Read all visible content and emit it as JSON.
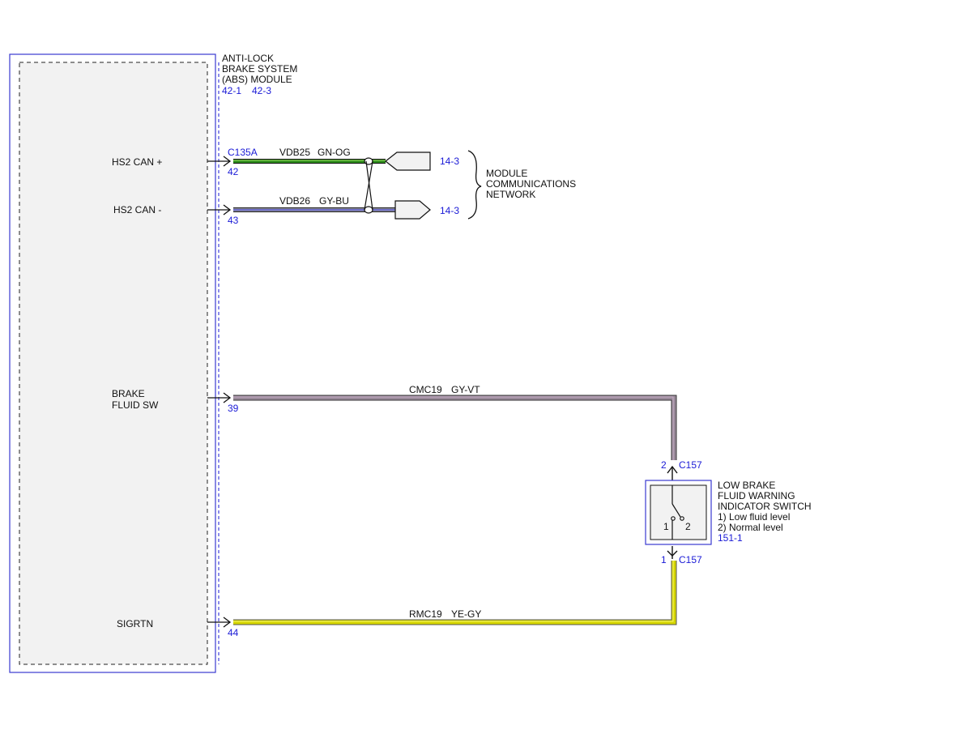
{
  "module": {
    "title_lines": [
      "ANTI-LOCK",
      "BRAKE SYSTEM",
      "(ABS) MODULE"
    ],
    "page_refs": [
      "42-1",
      "42-3"
    ],
    "connector": "C135A",
    "pins": [
      {
        "label": "HS2 CAN +",
        "pin": "42"
      },
      {
        "label": "HS2 CAN -",
        "pin": "43"
      },
      {
        "label_lines": [
          "BRAKE",
          "FLUID SW"
        ],
        "pin": "39"
      },
      {
        "label": "SIGRTN",
        "pin": "44"
      }
    ]
  },
  "wires": [
    {
      "circuit": "VDB25",
      "color_code": "GN-OG",
      "colors": [
        "#2a8a1a",
        "#8fd15a"
      ]
    },
    {
      "circuit": "VDB26",
      "color_code": "GY-BU",
      "colors": [
        "#8a8a8a",
        "#6a6ad8"
      ]
    },
    {
      "circuit": "CMC19",
      "color_code": "GY-VT",
      "colors": [
        "#8a7a8a",
        "#b8a0b8"
      ]
    },
    {
      "circuit": "RMC19",
      "color_code": "YE-GY",
      "colors": [
        "#d6d600",
        "#f0f060"
      ]
    }
  ],
  "network": {
    "refs": [
      "14-3",
      "14-3"
    ],
    "label_lines": [
      "MODULE",
      "COMMUNICATIONS",
      "NETWORK"
    ]
  },
  "switch": {
    "connector": "C157",
    "pin_top": "2",
    "pin_bottom": "1",
    "title_lines": [
      "LOW BRAKE",
      "FLUID WARNING",
      "INDICATOR SWITCH"
    ],
    "state_lines": [
      "1) Low fluid level",
      "2) Normal level"
    ],
    "page_ref": "151-1",
    "inner_labels": [
      "1",
      "2"
    ]
  }
}
